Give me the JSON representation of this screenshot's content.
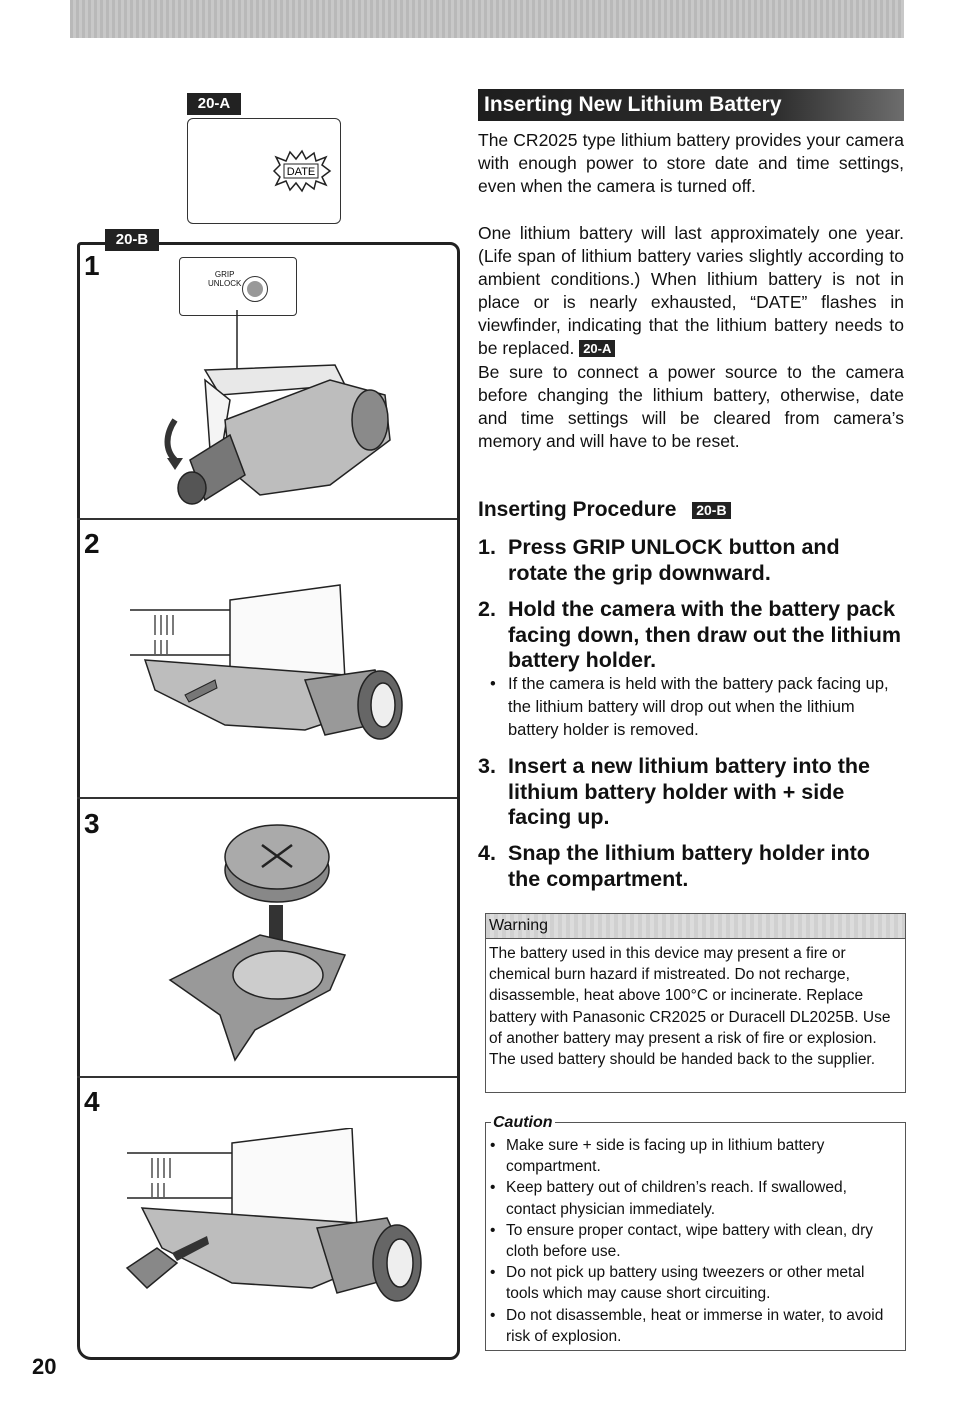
{
  "page_number": "20",
  "figures": {
    "a_tag": "20-A",
    "lcd_text": "DATE",
    "b_tag": "20-B",
    "grip_label_1": "GRIP",
    "grip_label_2": "UNLOCK",
    "step_numbers": [
      "1",
      "2",
      "3",
      "4"
    ]
  },
  "section": {
    "title": "Inserting New Lithium Battery",
    "p1": "The CR2025 type lithium battery provides your camera with enough power to store date and time settings, even when the camera is turned off.",
    "p2": "One lithium battery will last approximately one year. (Life span of lithium battery varies slightly according to ambient conditions.) When lithium battery is not in place or is nearly exhausted, “DATE” flashes in viewfinder, indicating that the lithium battery needs to be replaced.",
    "p2_ref": "20-A",
    "p3": "Be sure to connect a power source to the camera before changing the lithium battery, otherwise, date and time settings will be cleared from camera’s memory and will have to be reset."
  },
  "procedure": {
    "title": "Inserting Procedure",
    "ref": "20-B",
    "steps": [
      {
        "num": "1.",
        "text": "Press GRIP UNLOCK button and rotate the grip downward."
      },
      {
        "num": "2.",
        "text": "Hold the camera with the battery pack facing down, then draw out the lithium battery holder."
      },
      {
        "num": "3.",
        "text": "Insert a new lithium battery into the lithium battery holder with + side facing up."
      },
      {
        "num": "4.",
        "text": "Snap the lithium battery holder into the compartment."
      }
    ],
    "step2_note": "If the camera is held with the battery pack facing up, the lithium battery will drop out when the lithium battery holder is removed."
  },
  "warning": {
    "label": "Warning",
    "text": "The battery used in this device may present a fire or chemical burn hazard if mistreated. Do not recharge, disassemble, heat above 100°C or incinerate. Replace battery with Panasonic CR2025 or Duracell DL2025B. Use of another battery may present a risk of fire or explosion. The used battery should be handed back to the supplier."
  },
  "caution": {
    "label": "Caution",
    "items": [
      "Make sure + side is facing up in lithium battery compartment.",
      "Keep battery out of children’s reach. If swallowed, contact physician immediately.",
      "To ensure proper contact, wipe battery with clean, dry cloth before use.",
      "Do not pick up battery using tweezers or other metal tools which may cause short circuiting.",
      "Do not disassemble, heat or immerse in water, to avoid risk of explosion."
    ]
  }
}
